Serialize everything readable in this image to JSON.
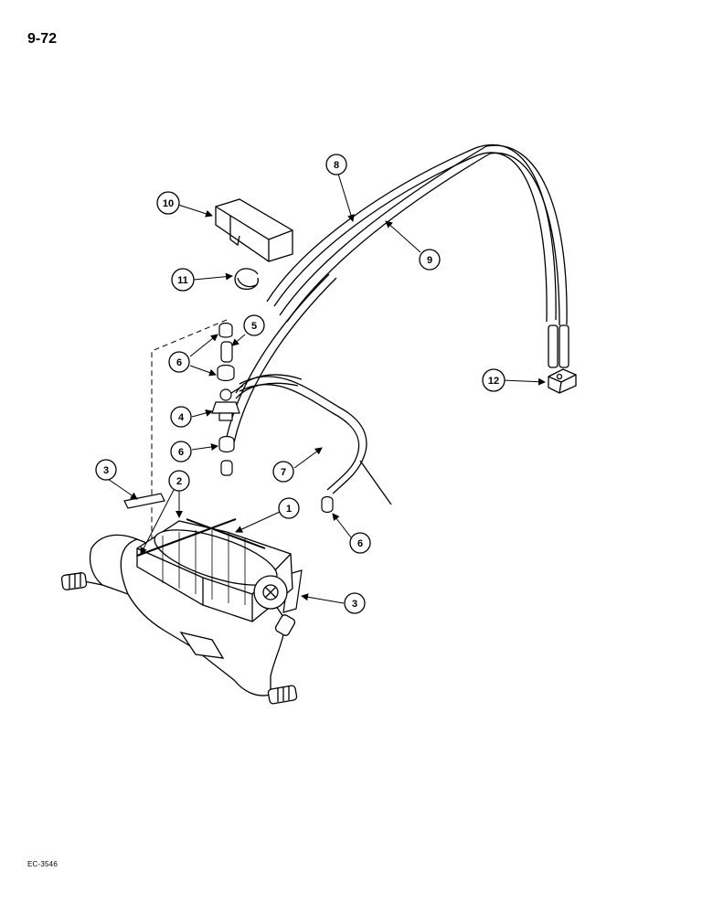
{
  "page": {
    "number": "9-72",
    "code": "EC-3546"
  },
  "callouts": [
    {
      "id": "c10",
      "label": "10"
    },
    {
      "id": "c11",
      "label": "11"
    },
    {
      "id": "c8",
      "label": "8"
    },
    {
      "id": "c9",
      "label": "9"
    },
    {
      "id": "c5",
      "label": "5"
    },
    {
      "id": "c6a",
      "label": "6"
    },
    {
      "id": "c4",
      "label": "4"
    },
    {
      "id": "c6b",
      "label": "6"
    },
    {
      "id": "c12",
      "label": "12"
    },
    {
      "id": "c7",
      "label": "7"
    },
    {
      "id": "c3a",
      "label": "3"
    },
    {
      "id": "c2",
      "label": "2"
    },
    {
      "id": "c1",
      "label": "1"
    },
    {
      "id": "c6c",
      "label": "6"
    },
    {
      "id": "c3b",
      "label": "3"
    }
  ]
}
